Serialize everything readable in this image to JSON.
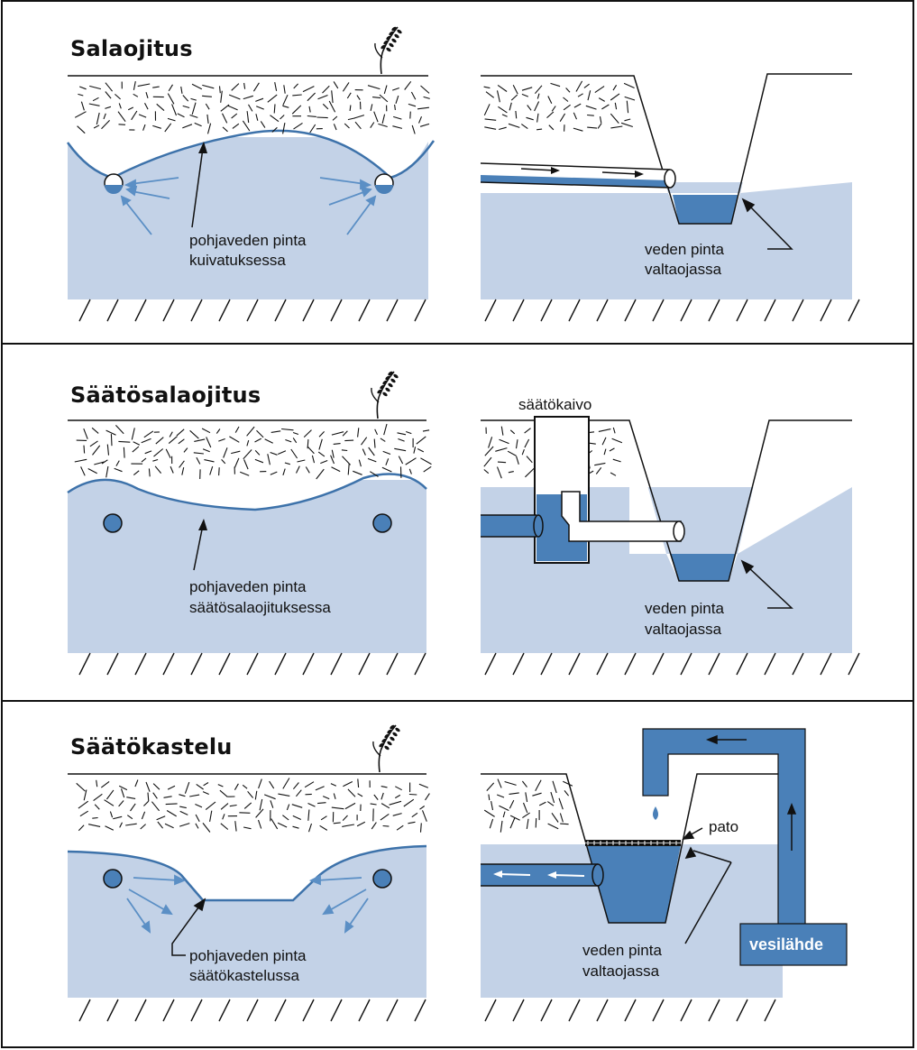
{
  "panels": [
    {
      "title": "Salaojitus",
      "left_label": [
        "pohjaveden pinta",
        "kuivatuksessa"
      ],
      "right_label": [
        "veden pinta",
        "valtaojassa"
      ]
    },
    {
      "title": "Säätösalaojitus",
      "left_label": [
        "pohjaveden pinta",
        "säätösalaojituksessa"
      ],
      "well_label": "säätökaivo",
      "right_label": [
        "veden pinta",
        "valtaojassa"
      ]
    },
    {
      "title": "Säätökastelu",
      "left_label": [
        "pohjaveden pinta",
        "säätökastelussa"
      ],
      "dam_label": "pato",
      "source_label": "vesilähde",
      "right_label": [
        "veden pinta",
        "valtaojassa"
      ]
    }
  ],
  "colors": {
    "groundwater": "#c3d2e7",
    "water_dark": "#4a80b8",
    "water_line": "#3d72aa",
    "arrow_blue": "#5b8fc5",
    "outline": "#111111"
  }
}
